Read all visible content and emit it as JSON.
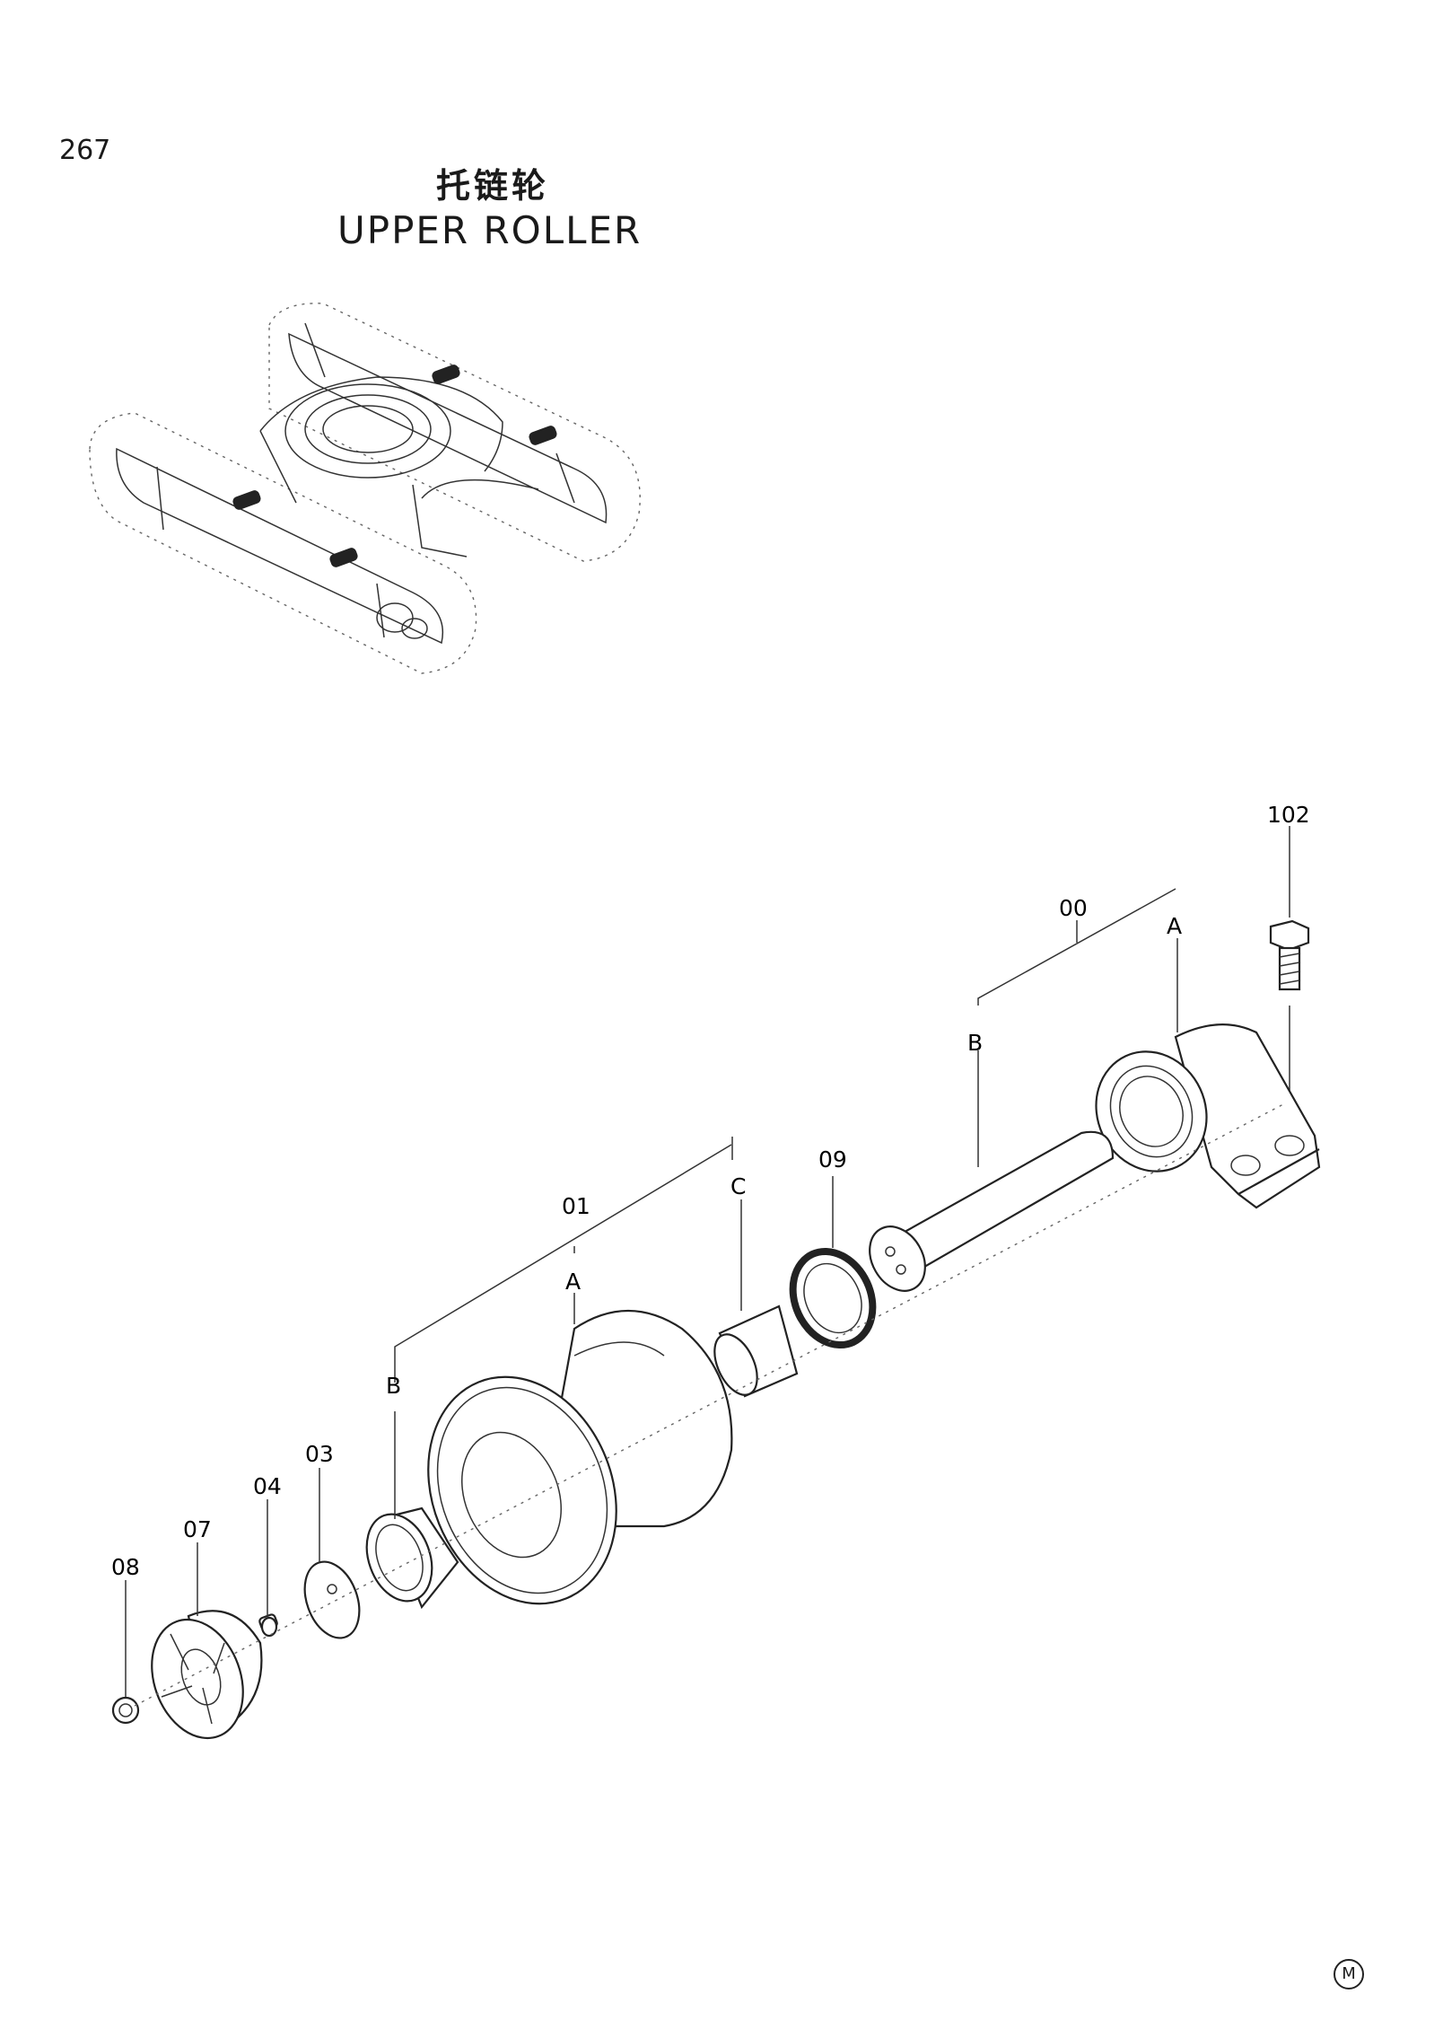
{
  "page": {
    "number": "267"
  },
  "title": {
    "chinese": "托链轮",
    "english": "UPPER ROLLER"
  },
  "callouts": {
    "p102": "102",
    "p00": "00",
    "p00_a": "A",
    "p00_b": "B",
    "p09": "09",
    "p01": "01",
    "p01_a": "A",
    "p01_b": "B",
    "p01_c": "C",
    "p03": "03",
    "p04": "04",
    "p07": "07",
    "p08": "08"
  },
  "footer": {
    "mark": "M"
  }
}
